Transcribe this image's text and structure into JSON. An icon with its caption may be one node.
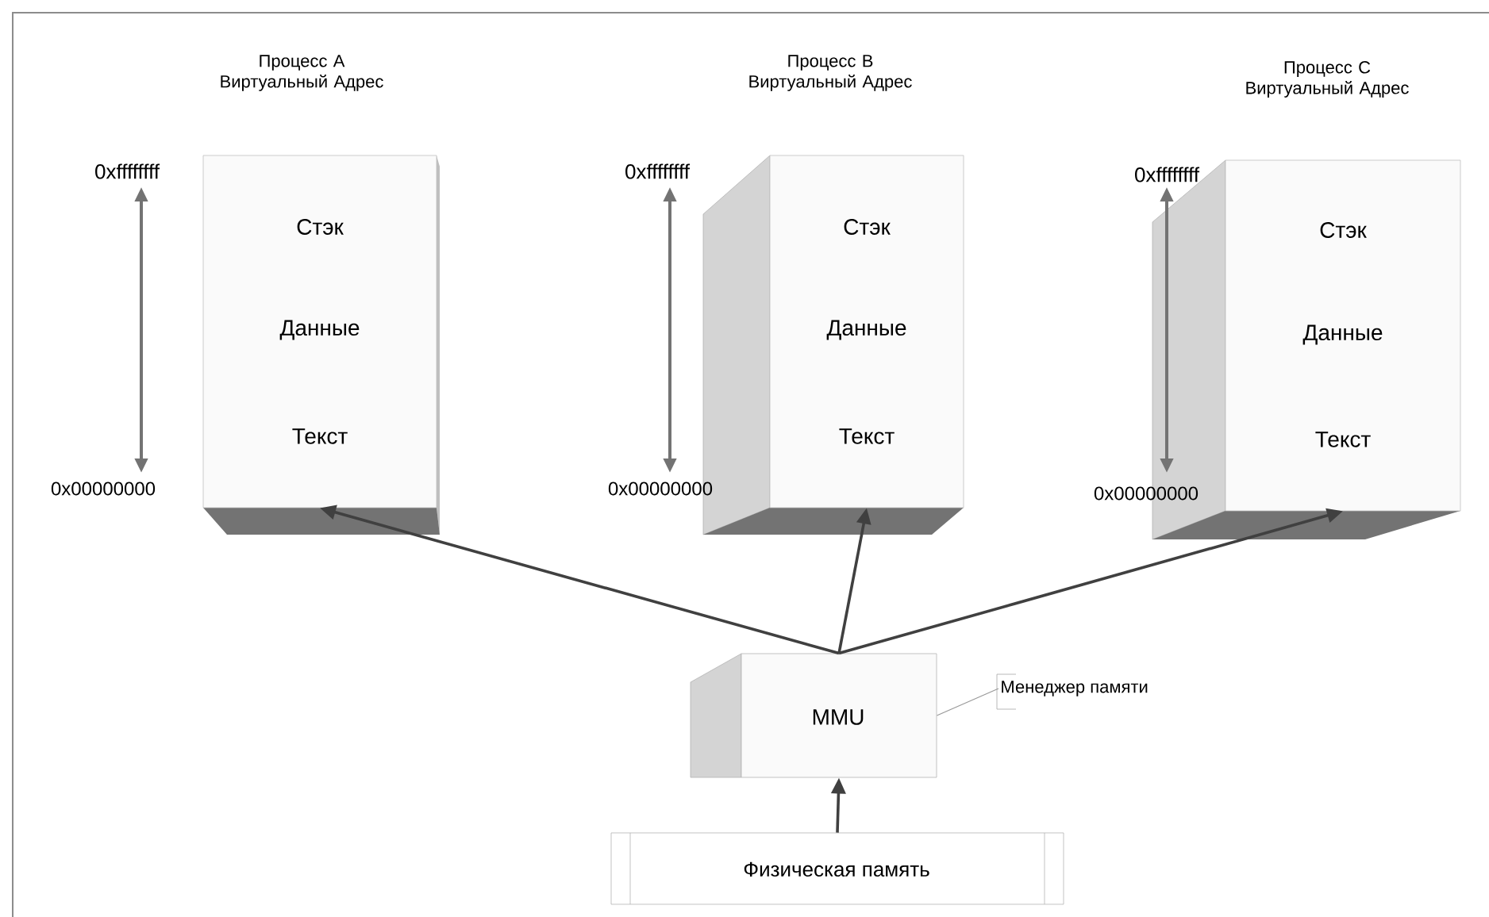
{
  "diagram": {
    "nodes": [
      {
        "text": [
          "Процесс A Виртуальный Адрес",
          "Стэк",
          "Данные",
          "Текст"
        ],
        "beside": [
          "0xffffffff",
          "0x00000000"
        ]
      },
      {
        "text": [
          "Процесс B Виртуальный Адрес",
          "Стэк",
          "Данные",
          "Текст"
        ],
        "beside": [
          "0xffffffff",
          "0x00000000"
        ]
      },
      {
        "text": [
          "Процесс C Виртуальный Адрес",
          "Стэк",
          "Данные",
          "Текст"
        ],
        "beside": [
          "0xffffffff",
          "0x00000000"
        ]
      },
      {
        "text": [
          "MMU"
        ]
      },
      {
        "text": [
          "Менеджер памяти"
        ]
      },
      {
        "text": [
          "Физическая память"
        ]
      }
    ],
    "edges": [
      {
        "from": 3,
        "to": 0,
        "arrow": "to"
      },
      {
        "from": 3,
        "to": 1,
        "arrow": "to"
      },
      {
        "from": 3,
        "to": 2,
        "arrow": "to"
      },
      {
        "from": 5,
        "to": 3,
        "arrow": "to"
      },
      {
        "from": 4,
        "to": 3,
        "arrow": "none",
        "color": "#999999"
      }
    ]
  }
}
